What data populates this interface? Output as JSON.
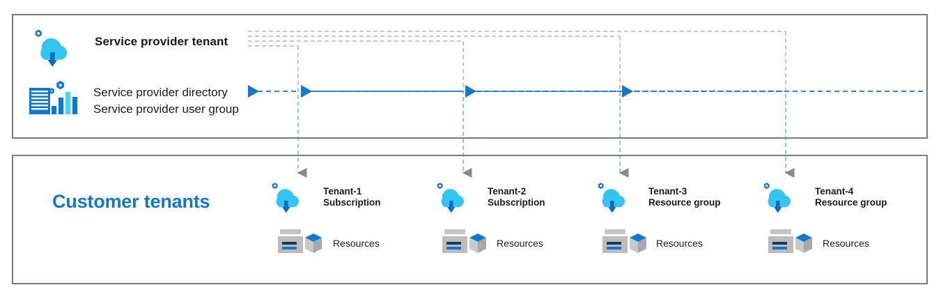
{
  "diagram": {
    "title_provider": "Service provider tenant",
    "provider_directory": "Service provider directory",
    "provider_user_group": "Service provider user group",
    "customers_title": "Customer tenants",
    "colors": {
      "panel_border": "#7a7a7a",
      "accent_blue": "#1277cf",
      "cloud_light": "#32c5f4",
      "cloud_arrow": "#0f6cbd",
      "arrow_blue": "#1a76c8",
      "dash_gray": "#a6a6a6",
      "resource_gray": "#b3b3b3",
      "cube_blue": "#1277cf"
    },
    "icons": {
      "provider_cloud": "cloud-download-icon",
      "provider_directory": "directory-chart-icon",
      "tenant_cloud": "cloud-download-icon",
      "resources": "resources-server-cube-icon"
    },
    "tenants": [
      {
        "name": "Tenant-1",
        "scope": "Subscription",
        "resources_label": "Resources"
      },
      {
        "name": "Tenant-2",
        "scope": "Subscription",
        "resources_label": "Resources"
      },
      {
        "name": "Tenant-3",
        "scope": "Resource group",
        "resources_label": "Resources"
      },
      {
        "name": "Tenant-4",
        "scope": "Resource group",
        "resources_label": "Resources"
      }
    ],
    "connectors": {
      "delegation_lines": 4,
      "inbound_arrow_count": 4,
      "direction_top": "right-then-down-to-customer",
      "direction_access": "right-to-left into service provider directory"
    }
  }
}
